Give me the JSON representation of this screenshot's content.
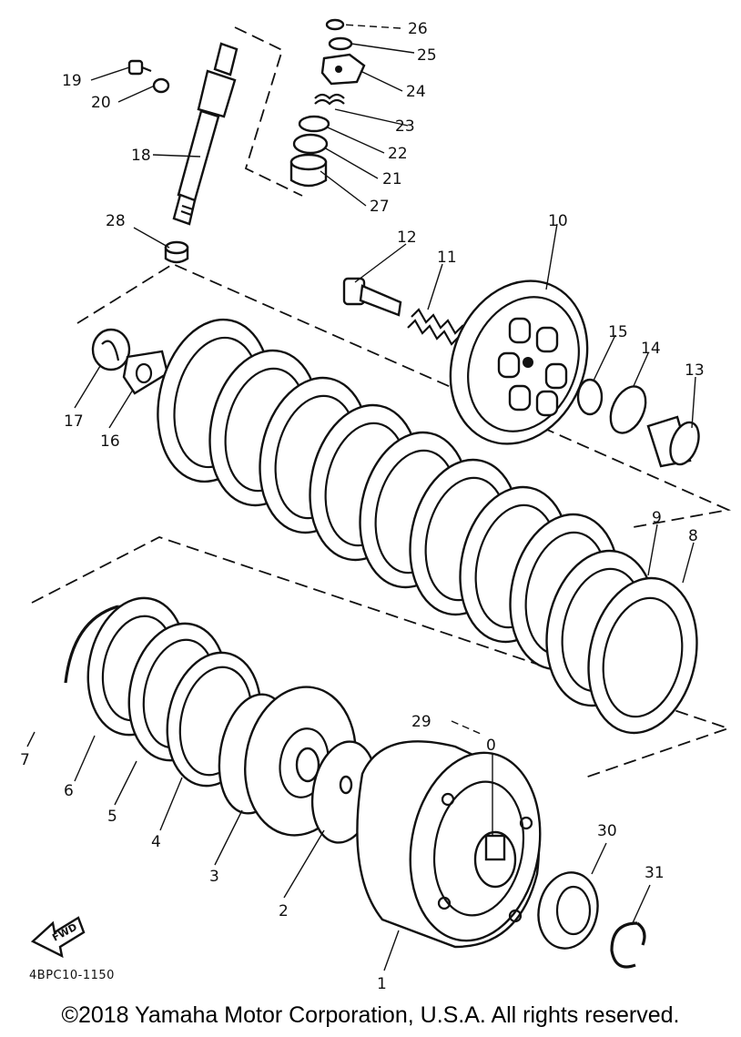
{
  "diagram": {
    "part_labels": {
      "p0": "0",
      "p1": "1",
      "p2": "2",
      "p3": "3",
      "p4": "4",
      "p5": "5",
      "p6": "6",
      "p7": "7",
      "p8": "8",
      "p9": "9",
      "p10": "10",
      "p11": "11",
      "p12": "12",
      "p13": "13",
      "p14": "14",
      "p15": "15",
      "p16": "16",
      "p17": "17",
      "p18": "18",
      "p19": "19",
      "p20": "20",
      "p21": "21",
      "p22": "22",
      "p23": "23",
      "p24": "24",
      "p25": "25",
      "p26": "26",
      "p27": "27",
      "p28": "28",
      "p29": "29",
      "p30": "30",
      "p31": "31"
    },
    "fwd_label": "FWD",
    "drawing_code": "4BPC10-1150"
  },
  "copyright": "©2018 Yamaha Motor Corporation, U.S.A. All rights reserved."
}
